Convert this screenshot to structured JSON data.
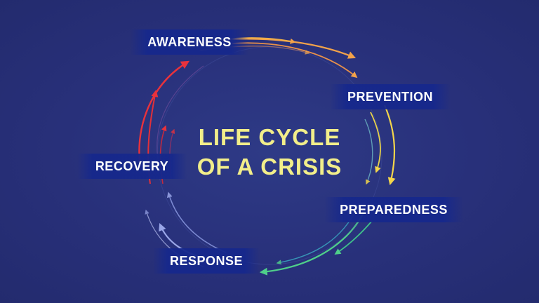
{
  "title": {
    "line1": "LIFE CYCLE",
    "line2": "OF A CRISIS"
  },
  "stages": [
    {
      "key": "awareness",
      "label": "AWARENESS",
      "color": "#f2a24a"
    },
    {
      "key": "prevention",
      "label": "PREVENTION",
      "color": "#f4d64a"
    },
    {
      "key": "preparedness",
      "label": "PREPAREDNESS",
      "color": "#4fcf8a"
    },
    {
      "key": "response",
      "label": "RESPONSE",
      "color": "#8a98e0"
    },
    {
      "key": "recovery",
      "label": "RECOVERY",
      "color": "#e8323c"
    }
  ],
  "colors": {
    "background": "#2b347a",
    "label_box": "#16288c",
    "title_text": "#f2ee8a"
  }
}
